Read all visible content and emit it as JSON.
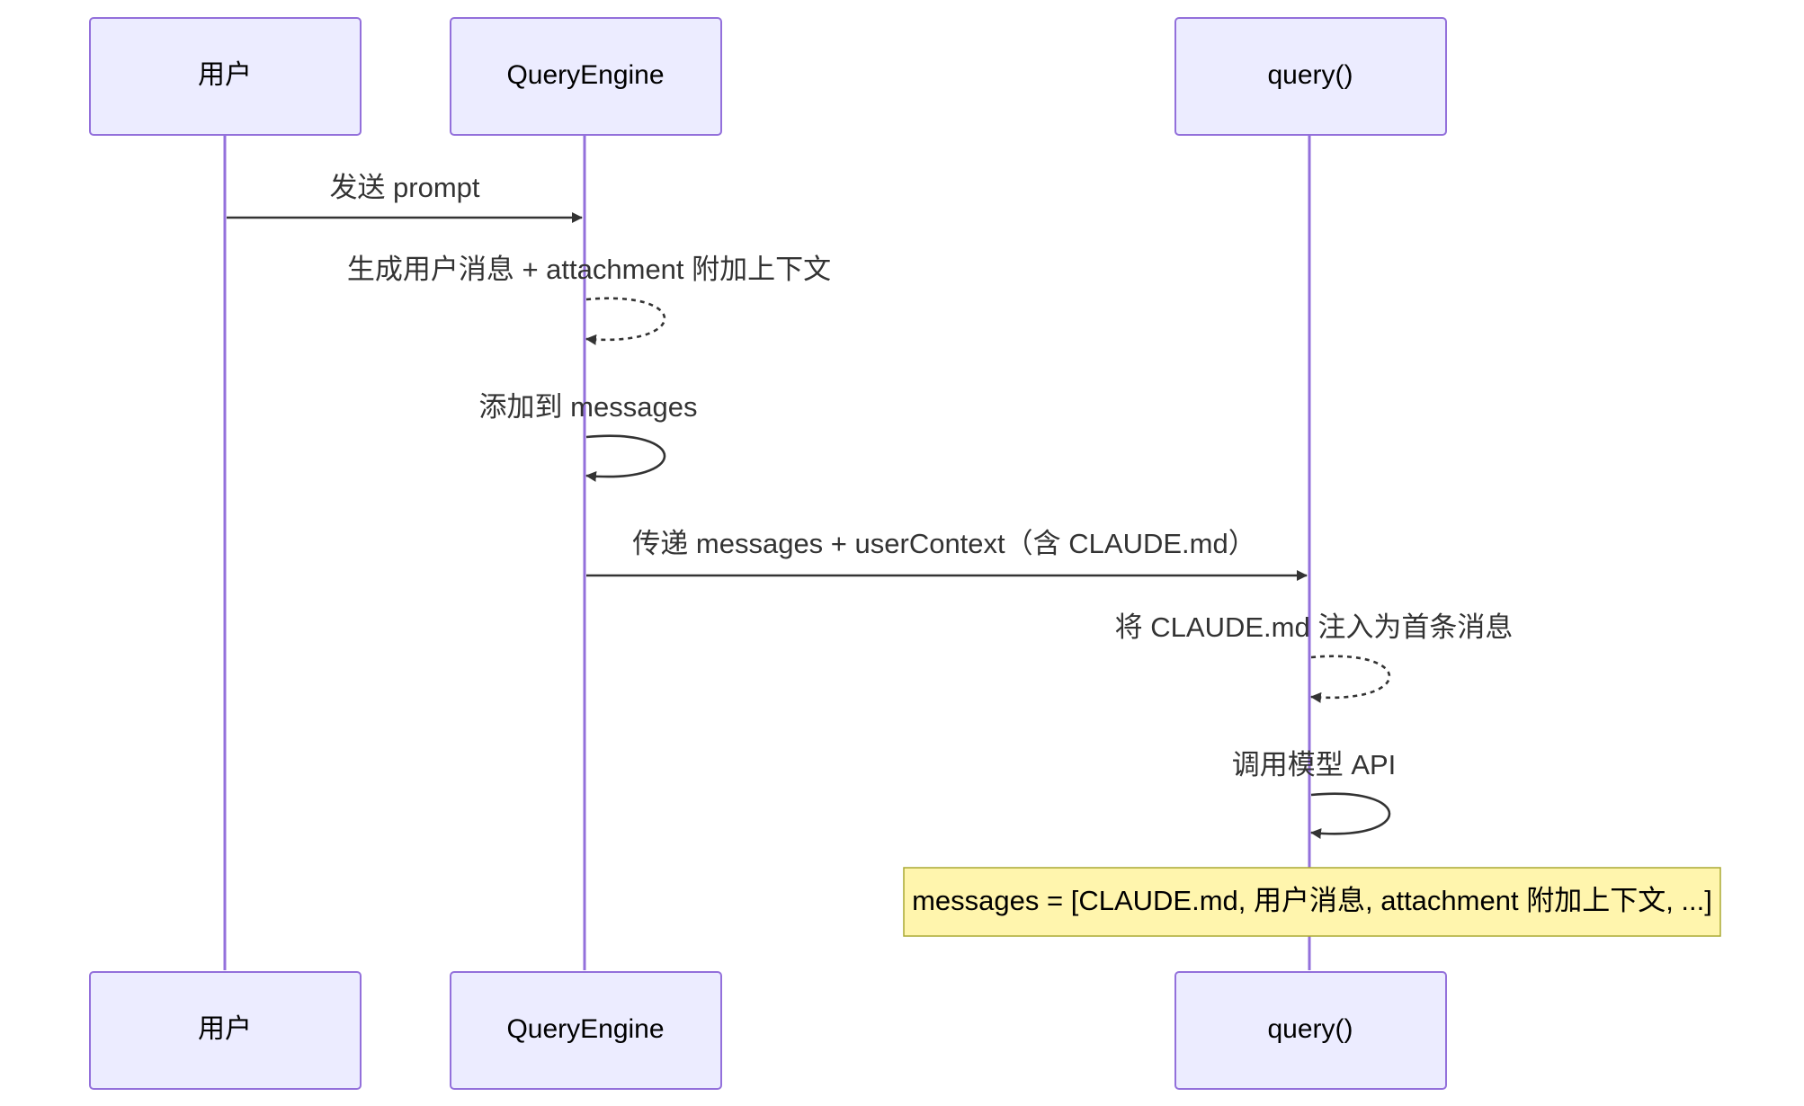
{
  "diagram": {
    "type": "sequence",
    "participants": [
      {
        "id": "user",
        "label": "用户"
      },
      {
        "id": "qe",
        "label": "QueryEngine"
      },
      {
        "id": "q",
        "label": "query()"
      }
    ],
    "messages": [
      {
        "from": "user",
        "to": "qe",
        "label": "发送 prompt",
        "style": "solid"
      },
      {
        "from": "qe",
        "to": "qe",
        "label": "生成用户消息 + attachment 附加上下文",
        "style": "dotted"
      },
      {
        "from": "qe",
        "to": "qe",
        "label": "添加到 messages",
        "style": "solid"
      },
      {
        "from": "qe",
        "to": "q",
        "label": "传递 messages + userContext（含 CLAUDE.md）",
        "style": "solid"
      },
      {
        "from": "q",
        "to": "q",
        "label": "将 CLAUDE.md 注入为首条消息",
        "style": "dotted"
      },
      {
        "from": "q",
        "to": "q",
        "label": "调用模型 API",
        "style": "solid"
      }
    ],
    "note": {
      "over": "q",
      "text": "messages = [CLAUDE.md, 用户消息, attachment 附加上下文, ...]"
    },
    "colors": {
      "actor_fill": "#ececff",
      "actor_stroke": "#9370db",
      "lifeline": "#9370db",
      "message": "#333333",
      "note_fill": "#fff5ad",
      "note_stroke": "#aaaa33"
    }
  }
}
